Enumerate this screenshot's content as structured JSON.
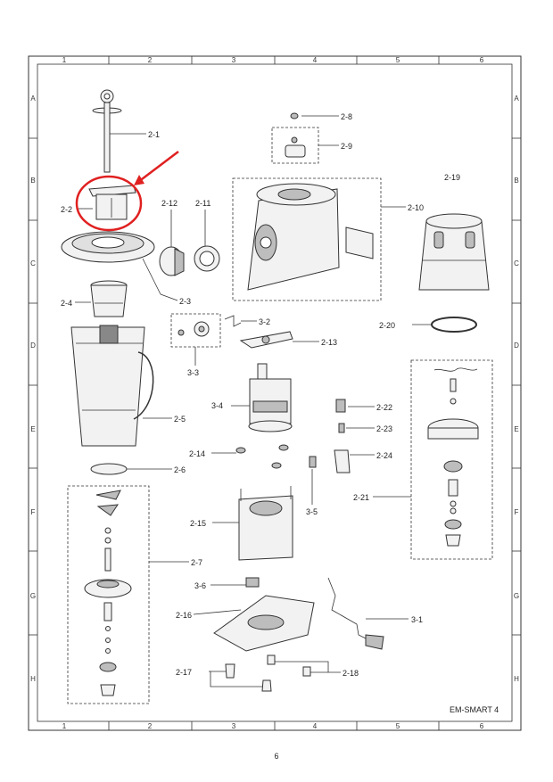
{
  "model_label": "EM-SMART 4",
  "page_number": "6",
  "grid": {
    "columns": [
      "1",
      "2",
      "3",
      "4",
      "5",
      "6"
    ],
    "rows": [
      "A",
      "B",
      "C",
      "D",
      "E",
      "F",
      "G",
      "H"
    ]
  },
  "callouts": {
    "c2_1": "2-1",
    "c2_2": "2-2",
    "c2_3": "2-3",
    "c2_4": "2-4",
    "c2_5": "2-5",
    "c2_6": "2-6",
    "c2_7": "2-7",
    "c2_8": "2-8",
    "c2_9": "2-9",
    "c2_10": "2-10",
    "c2_11": "2-11",
    "c2_12": "2-12",
    "c2_13": "2-13",
    "c2_14": "2-14",
    "c2_15": "2-15",
    "c2_16": "2-16",
    "c2_17": "2-17",
    "c2_18": "2-18",
    "c2_19": "2-19",
    "c2_20": "2-20",
    "c2_21": "2-21",
    "c2_22": "2-22",
    "c2_23": "2-23",
    "c2_24": "2-24",
    "c3_1": "3-1",
    "c3_2": "3-2",
    "c3_3": "3-3",
    "c3_4": "3-4",
    "c3_5": "3-5",
    "c3_6": "3-6"
  },
  "highlight": {
    "color": "#e02020",
    "target": "2-2"
  }
}
